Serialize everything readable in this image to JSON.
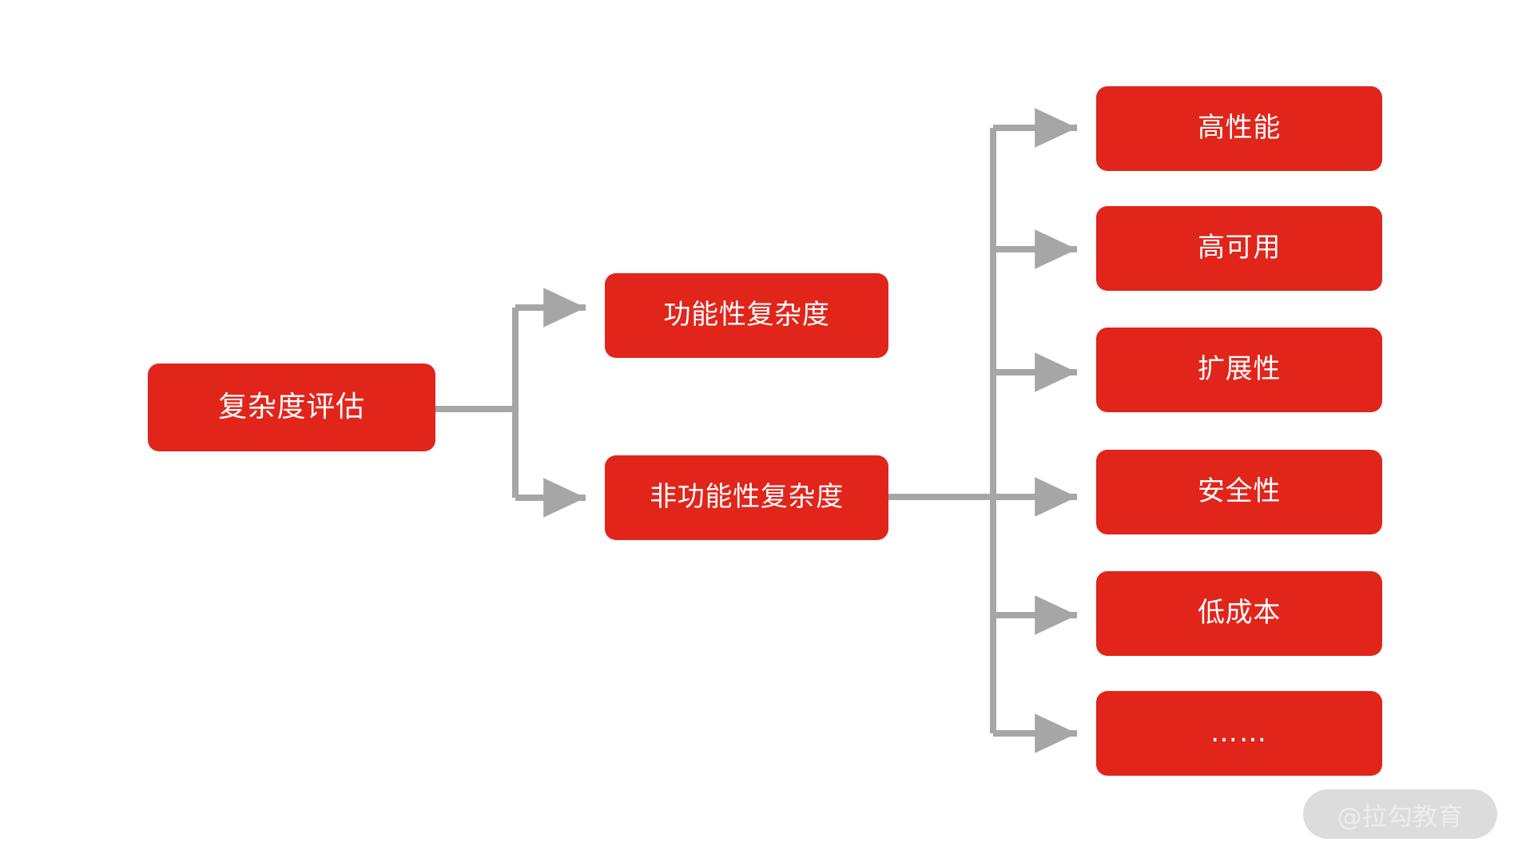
{
  "diagram": {
    "type": "tree-mindmap",
    "orientation": "left-to-right",
    "background_color": "#FFFFFF",
    "node_color": "#E1251B",
    "node_text_color": "#FFFFFF",
    "connector_color": "#A6A6A6",
    "root": {
      "label": "复杂度评估"
    },
    "level2": [
      {
        "label": "功能性复杂度"
      },
      {
        "label": "非功能性复杂度"
      }
    ],
    "level3": [
      {
        "label": "高性能"
      },
      {
        "label": "高可用"
      },
      {
        "label": "扩展性"
      },
      {
        "label": "安全性"
      },
      {
        "label": "低成本"
      },
      {
        "label": "……"
      }
    ]
  },
  "watermark": {
    "text": "@拉勾教育"
  }
}
